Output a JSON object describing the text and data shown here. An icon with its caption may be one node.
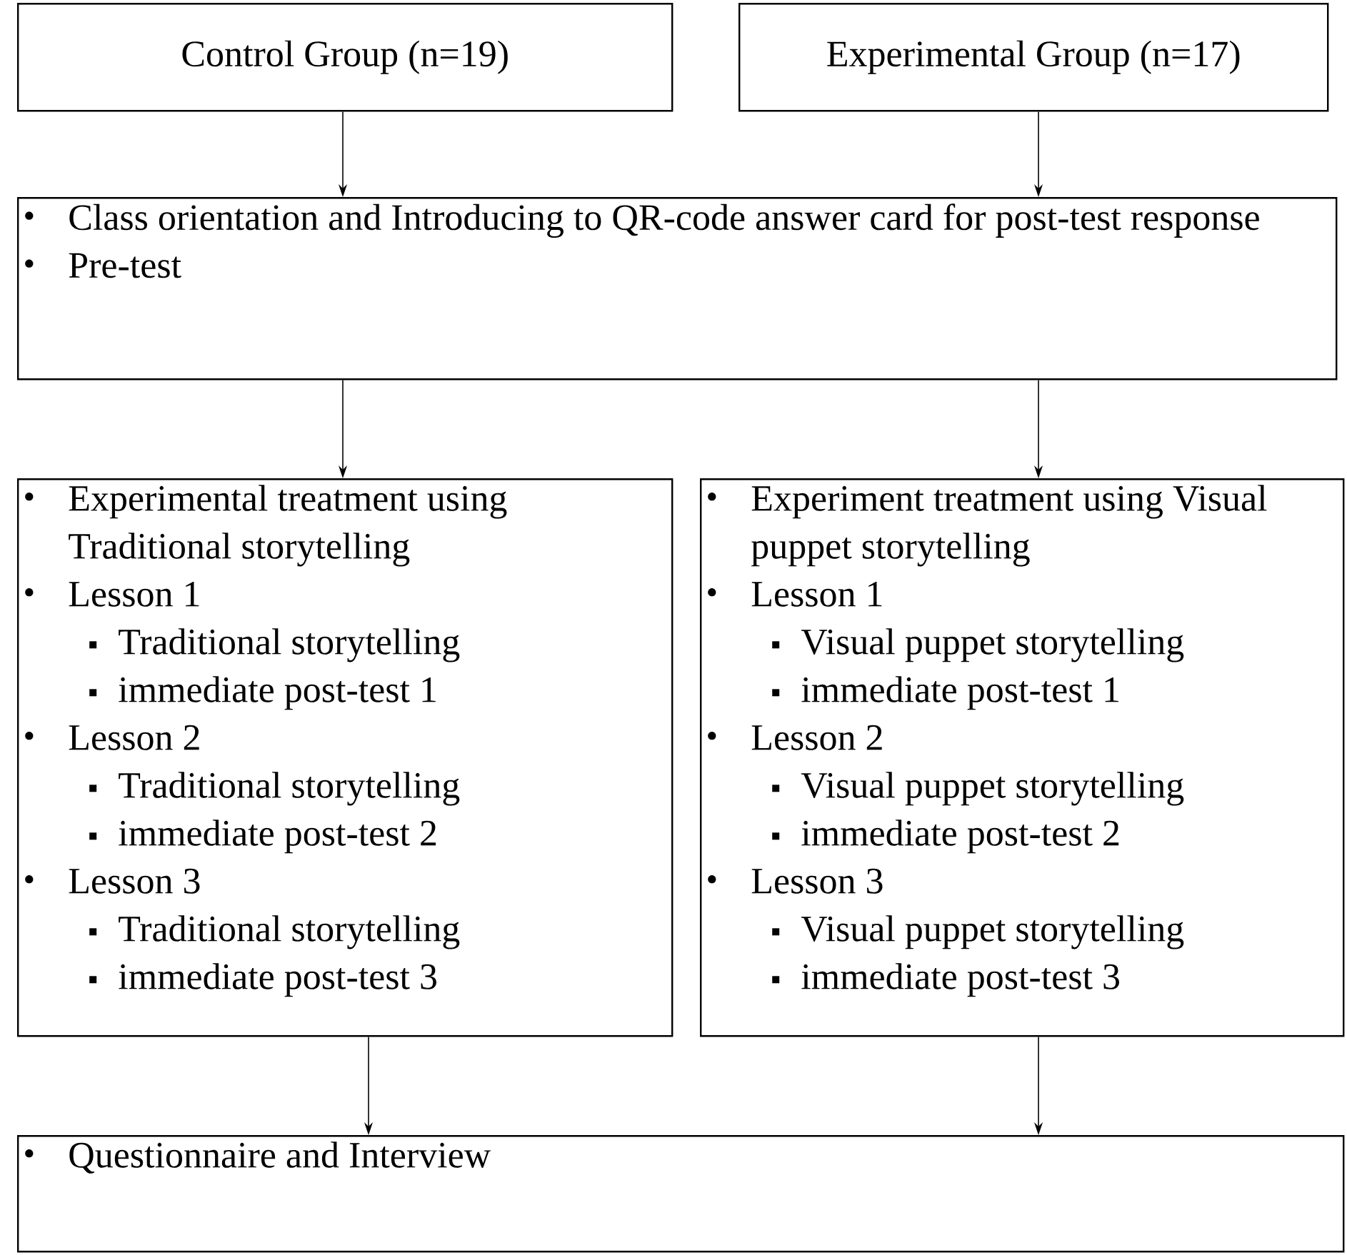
{
  "diagram": {
    "nodes": [
      {
        "text": [
          "Control Group (n=19)"
        ]
      },
      {
        "text": [
          "Experimental Group (n=17)"
        ]
      },
      {
        "text": [
          "Class orientation and Introducing to QR-code answer card for post-test response",
          "Pre-test"
        ]
      },
      {
        "text": [
          "Experimental treatment using Traditional storytelling",
          "Lesson 1",
          "Traditional storytelling",
          "immediate post-test 1",
          "Lesson 2",
          "Traditional storytelling",
          "immediate post-test 2",
          "Lesson 3",
          "Traditional storytelling",
          "immediate post-test 3"
        ]
      },
      {
        "text": [
          "Experiment treatment using Visual puppet storytelling",
          "Lesson 1",
          "Visual puppet storytelling",
          "immediate post-test 1",
          "Lesson 2",
          "Visual puppet storytelling",
          "immediate post-test 2",
          "Lesson 3",
          "Visual puppet storytelling",
          "immediate post-test 3"
        ]
      },
      {
        "text": [
          "Questionnaire and Interview"
        ]
      }
    ],
    "edges": [
      {
        "from": 0,
        "to": 2,
        "arrow": "to"
      },
      {
        "from": 1,
        "to": 2,
        "arrow": "to"
      },
      {
        "from": 2,
        "to": 3,
        "arrow": "to"
      },
      {
        "from": 2,
        "to": 4,
        "arrow": "to"
      },
      {
        "from": 3,
        "to": 5,
        "arrow": "to"
      },
      {
        "from": 4,
        "to": 5,
        "arrow": "to"
      }
    ]
  }
}
